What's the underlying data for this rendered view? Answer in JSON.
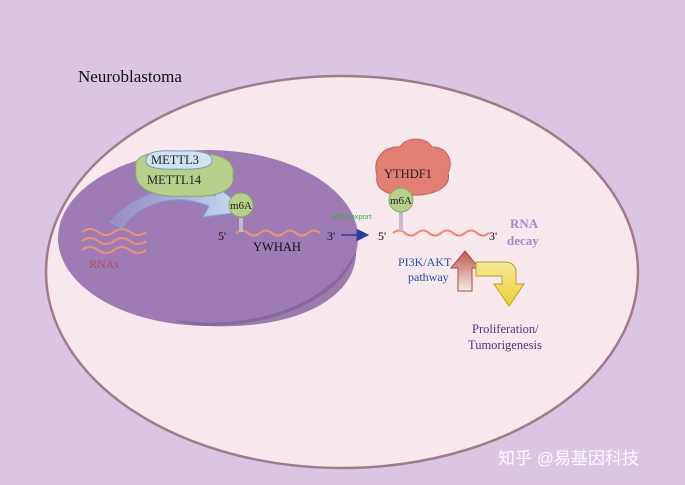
{
  "title": "Neuroblastoma",
  "writers": [
    "METTL3",
    "METTL14"
  ],
  "rnas_label": "RNAs",
  "nucleus_mrna": {
    "modification": "m6A",
    "five_prime": "5'",
    "three_prime": "3'",
    "gene": "YWHAH"
  },
  "export_label": "RNA export",
  "reader": "YTHDF1",
  "cyto_mrna": {
    "modification": "m6A",
    "five_prime": "5'",
    "three_prime": "3'"
  },
  "decay_label": [
    "RNA",
    "decay"
  ],
  "pathway_label": [
    "PI3K/AKT",
    "pathway"
  ],
  "outcome_label": [
    "Proliferation/",
    "Tumorigenesis"
  ],
  "watermark": "知乎 @易基因科技",
  "colors": {
    "background": "#dac6e2",
    "cell": "#f6e8ec",
    "cell_border": "#a07c8a",
    "nucleus": "#9e7bb5",
    "mrna": "#e8907b",
    "writer": "#b6cf8b",
    "reader": "#e27f74",
    "arrow_export": "#2b3f9f",
    "pathway_up": "#c2554f",
    "pathway_down": "#f2dc4a",
    "decay_text": "#9d8cc9",
    "pathway_text": "#2d4aa0",
    "outcome_text": "#5a2d82"
  }
}
